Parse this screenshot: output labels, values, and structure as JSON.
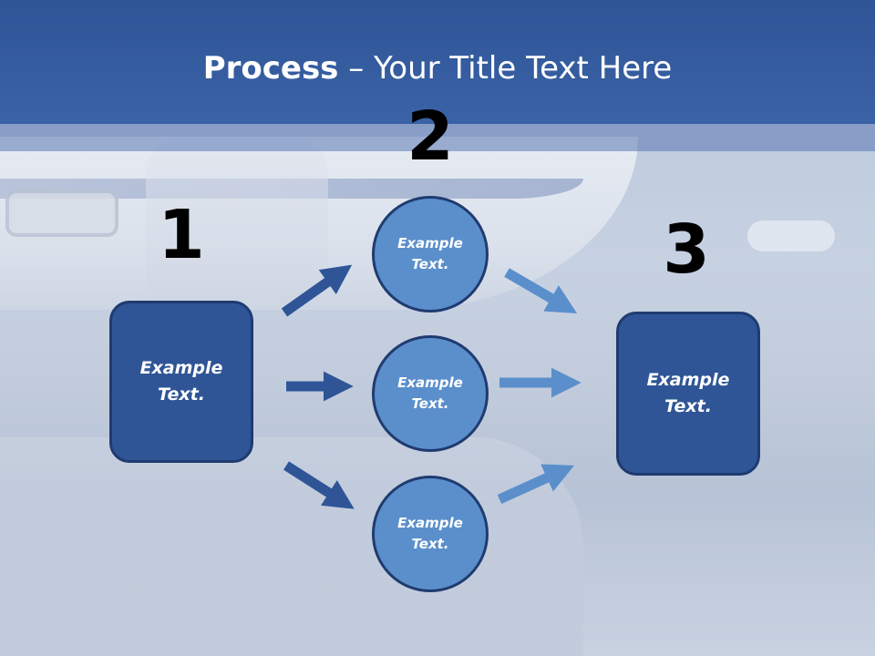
{
  "title": {
    "bold": "Process",
    "rest": " – Your Title Text Here"
  },
  "steps": [
    "1",
    "2",
    "3"
  ],
  "boxes": {
    "left": "Example\nText.",
    "right": "Example\nText."
  },
  "circles": [
    "Example\nText.",
    "Example\nText.",
    "Example\nText."
  ],
  "colors": {
    "title_band": "#2f5597",
    "box_fill": "#2f5597",
    "circle_fill": "#5b8fcb",
    "outline": "#1f3b70",
    "arrow_dark": "#2f5597",
    "arrow_light": "#5b8fcb"
  }
}
